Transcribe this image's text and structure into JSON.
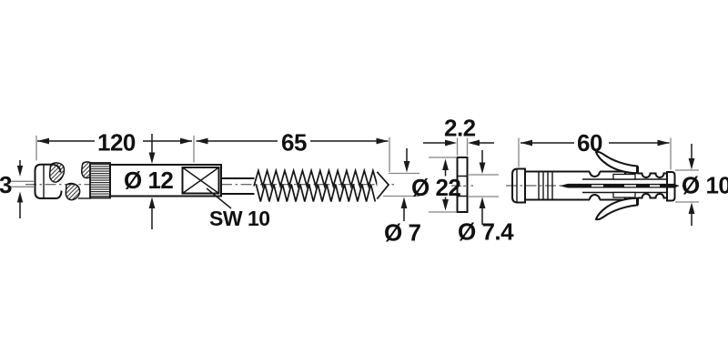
{
  "drawing": {
    "kind": "technical-dimension-drawing",
    "colors": {
      "line": "#141414",
      "extension_line": "#858585",
      "background": "#ffffff"
    },
    "dims": {
      "head_slot": "3",
      "shank_length": "120",
      "thread_length": "65",
      "shank_diameter": "Ø 12",
      "hex_drive": "SW 10",
      "thread_tip_diameter": "Ø 7",
      "washer_thickness": "2.2",
      "washer_outer_diameter": "Ø 22",
      "washer_hole_diameter": "Ø 7.4",
      "plug_length": "60",
      "plug_diameter": "Ø 10"
    }
  }
}
